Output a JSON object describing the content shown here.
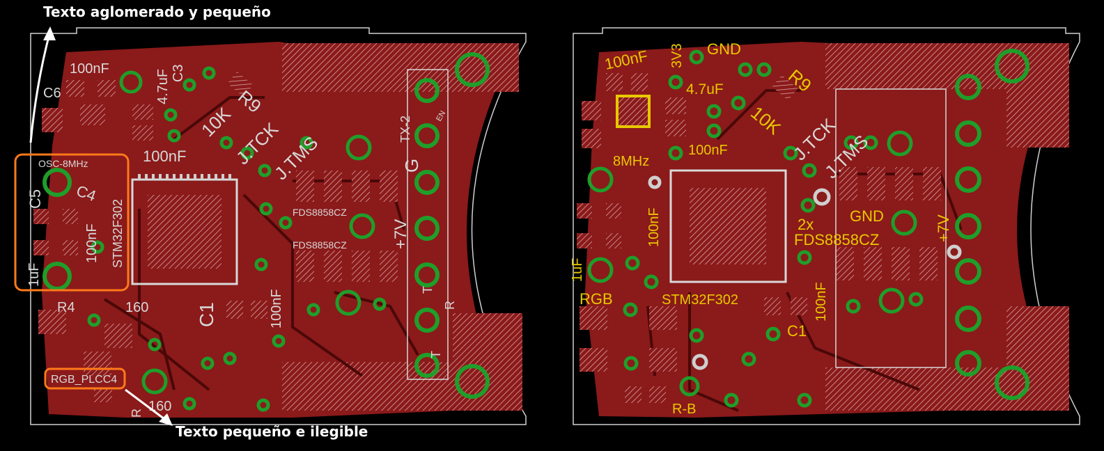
{
  "annotations": {
    "top_note": "Texto aglomerado y pequeño",
    "bottom_note": "Texto pequeño e ilegible"
  },
  "colors": {
    "copper": "#8b1a1a",
    "via": "#1f9e2a",
    "pad": "#d0d0d0",
    "silk_left": "#d8d8d8",
    "silk_right": "#e8c800",
    "highlight": "#ff7a1a"
  },
  "left_board": {
    "labels": [
      "100nF",
      "C6",
      "4.7uF",
      "C3",
      "R9",
      "10K",
      "J.TCK",
      "J.TMS",
      "TX-2",
      "EN",
      "G",
      "OSC-8MHz",
      "C5",
      "C4",
      "100nF",
      "STM32F302",
      "100nF",
      "1uF",
      "FDS8858CZ",
      "FDS8858CZ",
      "+7V",
      "R4",
      "160",
      "C1",
      "100nF",
      "T",
      "R",
      "T",
      "RGB_PLCC4",
      "160",
      "R"
    ]
  },
  "right_board": {
    "labels": [
      "3V3",
      "GND",
      "100nF",
      "4.7uF",
      "R9",
      "10K",
      "J.TCK",
      "J.TMS",
      "100nF",
      "8MHz",
      "100nF",
      "1uF",
      "GND",
      "2x",
      "FDS8858CZ",
      "+7V",
      "RGB",
      "STM32F302",
      "100nF",
      "C1",
      "R-B"
    ]
  }
}
